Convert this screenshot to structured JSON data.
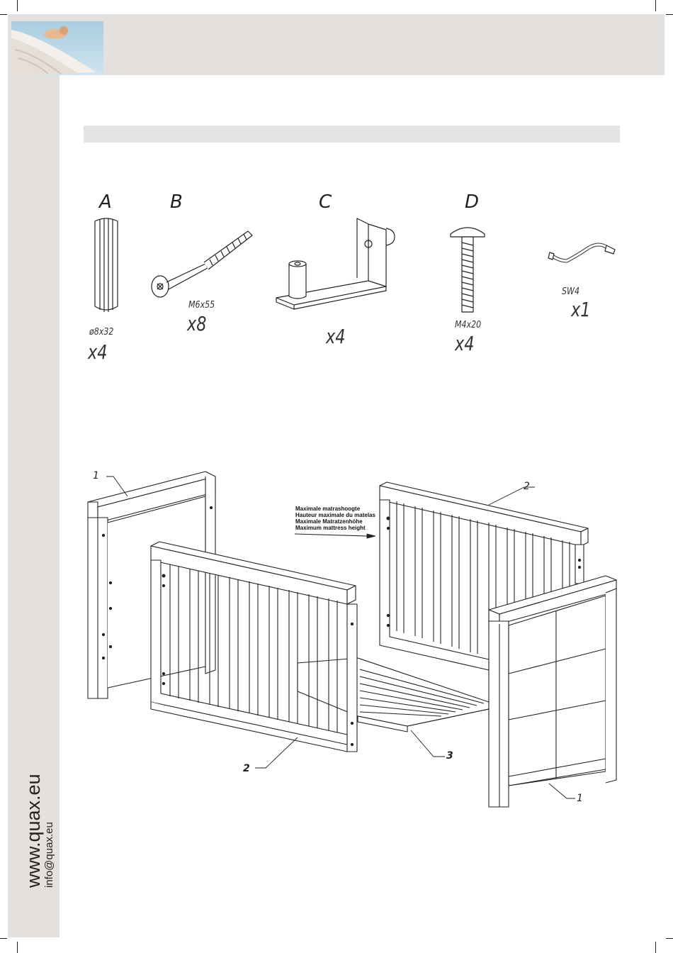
{
  "header": {
    "section_title": ""
  },
  "parts": [
    {
      "letter": "A",
      "size": "ø8x32",
      "qty": "x4",
      "icon": "dowel-icon"
    },
    {
      "letter": "B",
      "size": "M6x55",
      "qty": "x8",
      "icon": "bolt-icon"
    },
    {
      "letter": "C",
      "size": "",
      "qty": "x4",
      "icon": "bracket-icon"
    },
    {
      "letter": "D",
      "size": "M4x20",
      "qty": "x4",
      "icon": "screw-icon"
    },
    {
      "letter": "",
      "size": "SW4",
      "qty": "x1",
      "icon": "allen-key-icon"
    }
  ],
  "diagram": {
    "part_numbers": [
      "1",
      "2",
      "2",
      "3",
      "1"
    ],
    "mattress_label": [
      "Maximale matrashoogte",
      "Hauteur maximale du matelas",
      "Maximale Matratzenhöhe",
      "Maximum mattress height"
    ]
  },
  "footer": {
    "website": "www.quax.eu",
    "email": "info@quax.eu"
  }
}
